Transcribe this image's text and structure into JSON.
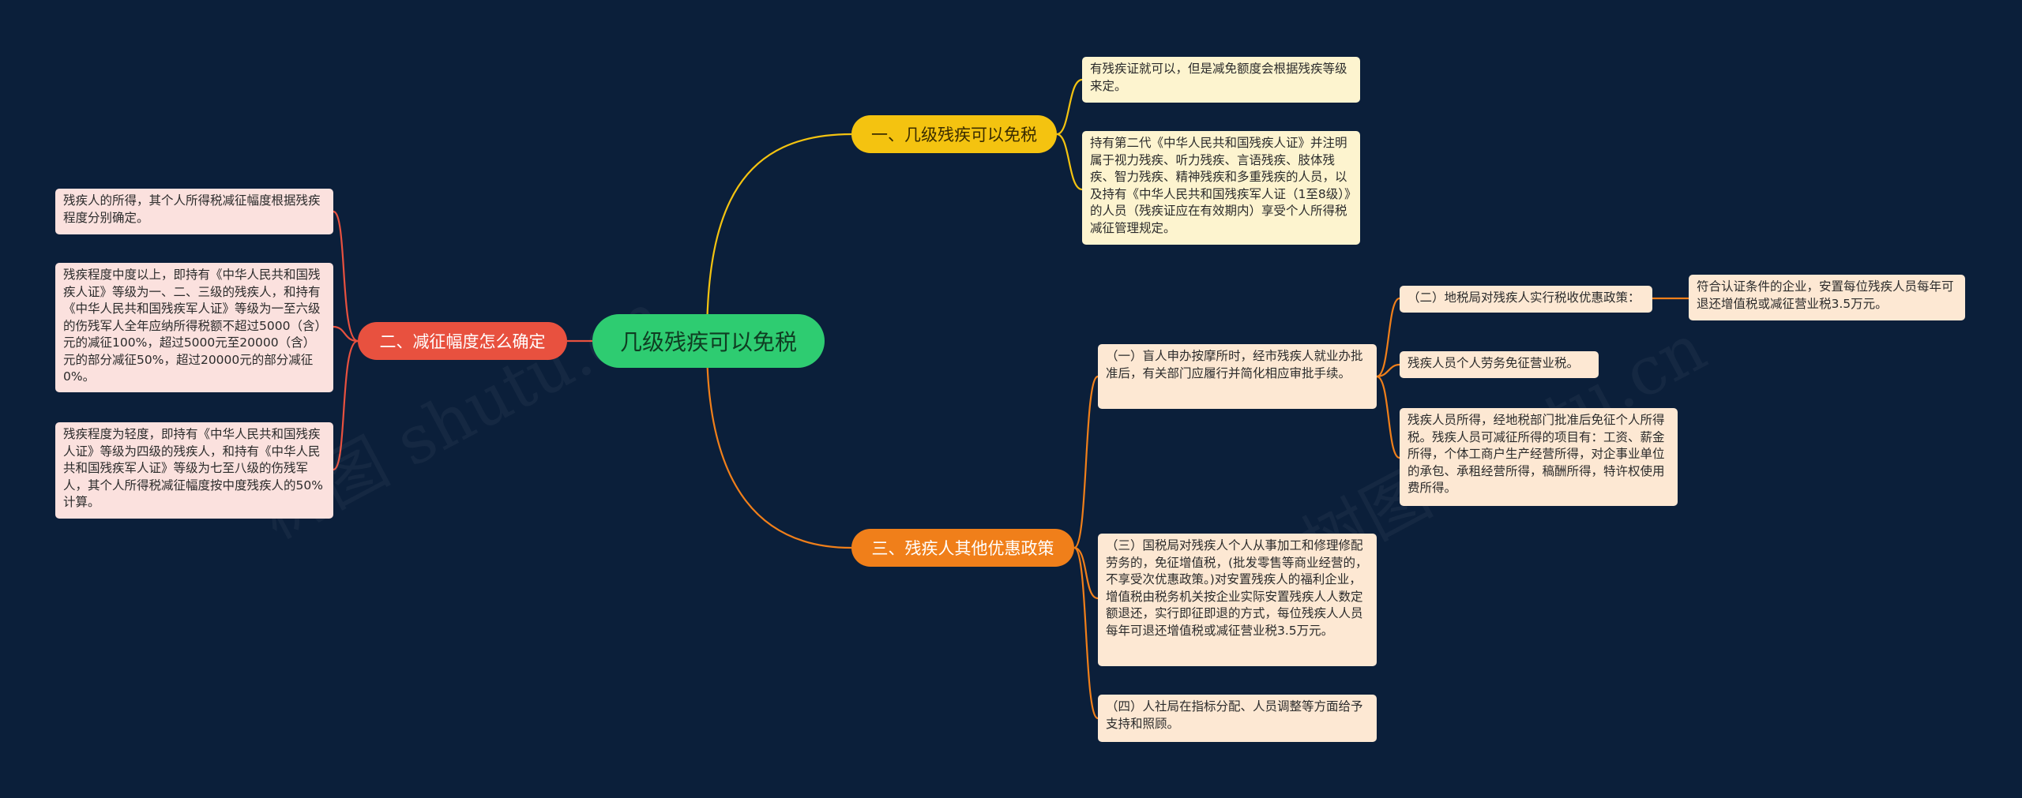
{
  "root": {
    "label": "几级残疾可以免税"
  },
  "branches": {
    "b1": {
      "label": "一、几级残疾可以免税"
    },
    "b2": {
      "label": "二、减征幅度怎么确定"
    },
    "b3": {
      "label": "三、残疾人其他优惠政策"
    }
  },
  "leaves": {
    "b1_1": "有残疾证就可以，但是减免额度会根据残疾等级来定。",
    "b1_2": "持有第二代《中华人民共和国残疾人证》并注明属于视力残疾、听力残疾、言语残疾、肢体残疾、智力残疾、精神残疾和多重残疾的人员，以及持有《中华人民共和国残疾军人证（1至8级）》的人员（残疾证应在有效期内）享受个人所得税减征管理规定。",
    "b2_1": "残疾人的所得，其个人所得税减征幅度根据残疾程度分别确定。",
    "b2_2": "残疾程度中度以上，即持有《中华人民共和国残疾人证》等级为一、二、三级的残疾人，和持有《中华人民共和国残疾军人证》等级为一至六级的伤残军人全年应纳所得税额不超过5000（含）元的减征100%，超过5000元至20000（含）元的部分减征50%，超过20000元的部分减征0%。",
    "b2_3": "残疾程度为轻度，即持有《中华人民共和国残疾人证》等级为四级的残疾人，和持有《中华人民共和国残疾军人证》等级为七至八级的伤残军人，其个人所得税减征幅度按中度残疾人的50%计算。",
    "b3_1": "（一）盲人申办按摩所时，经市残疾人就业办批准后，有关部门应履行并简化相应审批手续。",
    "b3_2": "（三）国税局对残疾人个人从事加工和修理修配劳务的，免征增值税，(批发零售等商业经营的，不享受次优惠政策。)对安置残疾人的福利企业，增值税由税务机关按企业实际安置残疾人人数定额退还，实行即征即退的方式，每位残疾人人员每年可退还增值税或减征营业税3.5万元。",
    "b3_3": "（四）人社局在指标分配、人员调整等方面给予支持和照顾。",
    "c1": "（二）地税局对残疾人实行税收优惠政策：",
    "c1_1": "符合认证条件的企业，安置每位残疾人员每年可退还增值税或减征营业税3.5万元。",
    "c2": "残疾人员个人劳务免征营业税。",
    "c3": "残疾人员所得，经地税部门批准后免征个人所得税。残疾人员可减征所得的项目有：工资、薪金所得，个体工商户生产经营所得，对企事业单位的承包、承租经营所得，稿酬所得，特许权使用费所得。"
  },
  "watermark": {
    "text_a": "树图 shutu.cn",
    "text_b": "树图 shutu.cn"
  },
  "colors": {
    "background": "#0b1f3a",
    "root": "#2ecc71",
    "branch1": "#f4c310",
    "branch2": "#e8513f",
    "branch3": "#f07f1a"
  }
}
